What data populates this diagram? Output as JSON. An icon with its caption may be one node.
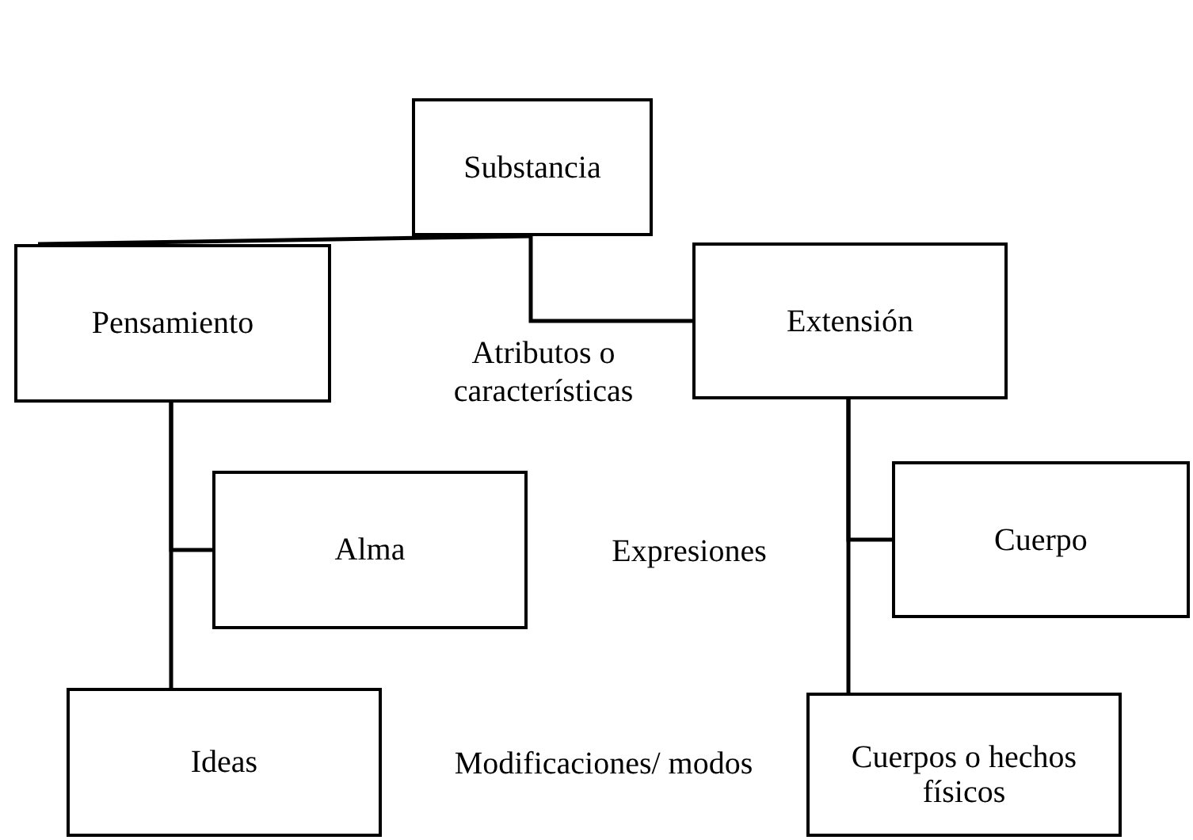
{
  "diagram": {
    "nodes": [
      {
        "text": [
          "Substancia"
        ]
      },
      {
        "text": [
          "Pensamiento"
        ]
      },
      {
        "text": [
          "Extensión"
        ]
      },
      {
        "text": [
          "Alma"
        ]
      },
      {
        "text": [
          "Cuerpo"
        ]
      },
      {
        "text": [
          "Ideas"
        ]
      },
      {
        "text": [
          "Cuerpos o hechos físicos"
        ]
      }
    ],
    "edges": [
      {
        "from": 0,
        "to": 1,
        "arrow": "none"
      },
      {
        "from": 0,
        "to": 2,
        "arrow": "none"
      },
      {
        "from": 1,
        "to": 3,
        "arrow": "none"
      },
      {
        "from": 1,
        "to": 5,
        "arrow": "none"
      },
      {
        "from": 2,
        "to": 4,
        "arrow": "none"
      },
      {
        "from": 2,
        "to": 6,
        "arrow": "none"
      }
    ],
    "labels": [
      "Atributos o características",
      "Expresiones",
      "Modificaciones/ modos"
    ]
  }
}
